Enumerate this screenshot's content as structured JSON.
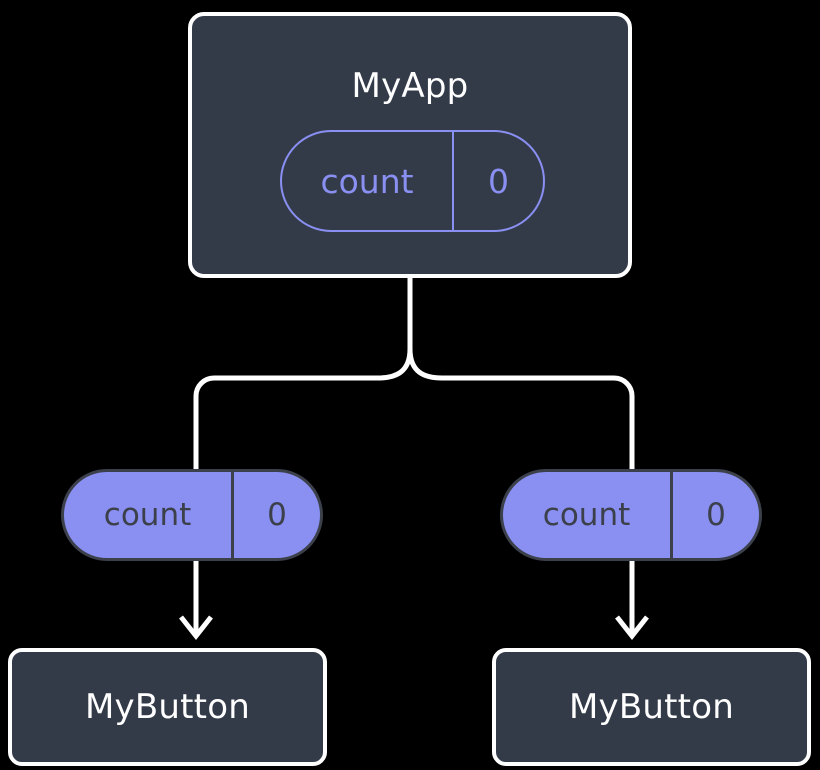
{
  "diagram": {
    "title": "MyApp component tree with count state propagation",
    "background_color": "#000000",
    "colors": {
      "node_fill": "#333b49",
      "node_border": "#ffffff",
      "accent_purple": "#8a8ff2",
      "pill_text_dark": "#3b404a",
      "edge": "#ffffff"
    }
  },
  "root": {
    "label": "MyApp",
    "state_pill": {
      "key": "count",
      "value": "0",
      "style": "outlined"
    }
  },
  "branches": [
    {
      "prop_pill": {
        "key": "count",
        "value": "0",
        "style": "filled"
      },
      "child": {
        "label": "MyButton"
      }
    },
    {
      "prop_pill": {
        "key": "count",
        "value": "0",
        "style": "filled"
      },
      "child": {
        "label": "MyButton"
      }
    }
  ],
  "edges": {
    "trunk": "vertical line from MyApp down to split point",
    "split": "symmetric fork to left and right columns",
    "arrows": "arrowheads from each prop pill down into its MyButton"
  }
}
